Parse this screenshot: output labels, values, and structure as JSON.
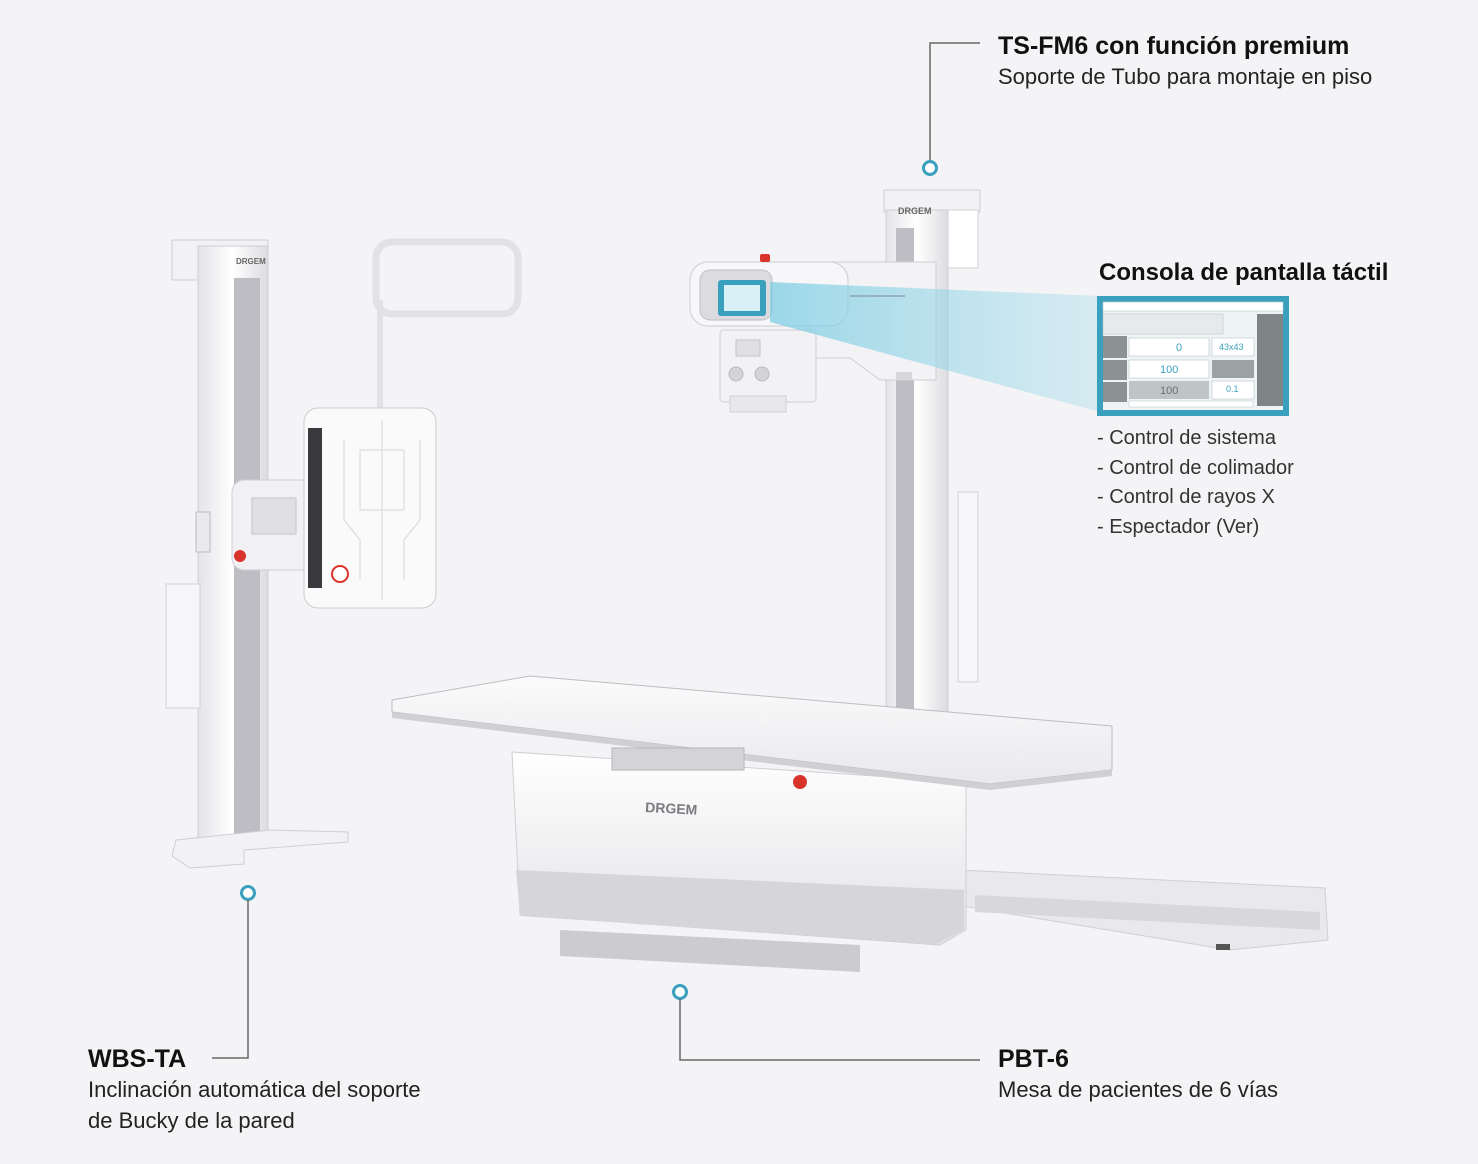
{
  "brand": {
    "logo_text": "DRGEM",
    "accent_color": "#3aa0bd",
    "red_color": "#d9342b"
  },
  "tube_stand": {
    "title": "TS-FM6 con función premium",
    "subtitle": "Soporte de Tubo para montaje en piso"
  },
  "console": {
    "title": "Consola de pantalla táctil",
    "screen_values": [
      "0",
      "43x43",
      "100",
      "100",
      "0.1"
    ],
    "features": [
      "- Control de sistema",
      "- Control de colimador",
      "- Control de rayos X",
      "- Espectador (Ver)"
    ]
  },
  "wall_stand": {
    "title": "WBS-TA",
    "subtitle_lines": [
      "Inclinación automática del soporte",
      "de Bucky de la pared"
    ]
  },
  "patient_table": {
    "title": "PBT-6",
    "subtitle": "Mesa de pacientes de 6 vías"
  }
}
